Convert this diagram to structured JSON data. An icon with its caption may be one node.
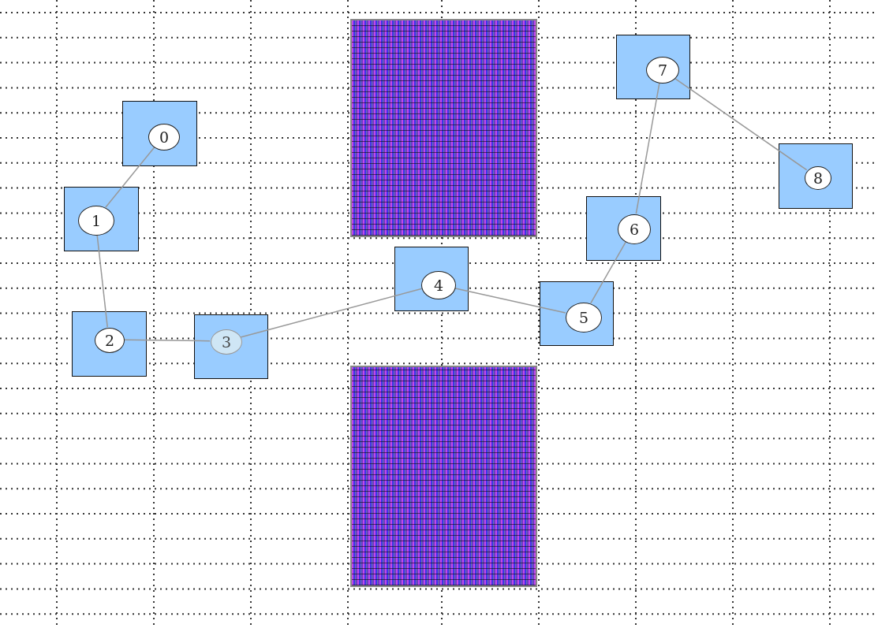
{
  "diagram": {
    "nodes": [
      {
        "text": [],
        "shape": "box"
      },
      {
        "text": [
          "0"
        ],
        "in": 0
      },
      {
        "text": [],
        "shape": "box"
      },
      {
        "text": [
          "1"
        ],
        "in": 2
      },
      {
        "text": [],
        "shape": "box"
      },
      {
        "text": [
          "2"
        ],
        "in": 4
      },
      {
        "text": [],
        "shape": "box"
      },
      {
        "text": [
          "3"
        ],
        "in": 6
      },
      {
        "text": [],
        "shape": "box"
      },
      {
        "text": [
          "4"
        ],
        "in": 8
      },
      {
        "text": [],
        "shape": "box"
      },
      {
        "text": [
          "5"
        ],
        "in": 10
      },
      {
        "text": [],
        "shape": "box"
      },
      {
        "text": [
          "6"
        ],
        "in": 12
      },
      {
        "text": [],
        "shape": "box"
      },
      {
        "text": [
          "7"
        ],
        "in": 14
      },
      {
        "text": [],
        "shape": "box"
      },
      {
        "text": [
          "8"
        ],
        "in": 16
      }
    ],
    "edges": [
      {
        "from": 1,
        "to": 3,
        "arrow": "none"
      },
      {
        "from": 3,
        "to": 5,
        "arrow": "none"
      },
      {
        "from": 5,
        "to": 7,
        "arrow": "none"
      },
      {
        "from": 7,
        "to": 9,
        "arrow": "none"
      },
      {
        "from": 9,
        "to": 11,
        "arrow": "none"
      },
      {
        "from": 11,
        "to": 13,
        "arrow": "none"
      },
      {
        "from": 13,
        "to": 15,
        "arrow": "none"
      },
      {
        "from": 15,
        "to": 17,
        "arrow": "none"
      }
    ]
  }
}
